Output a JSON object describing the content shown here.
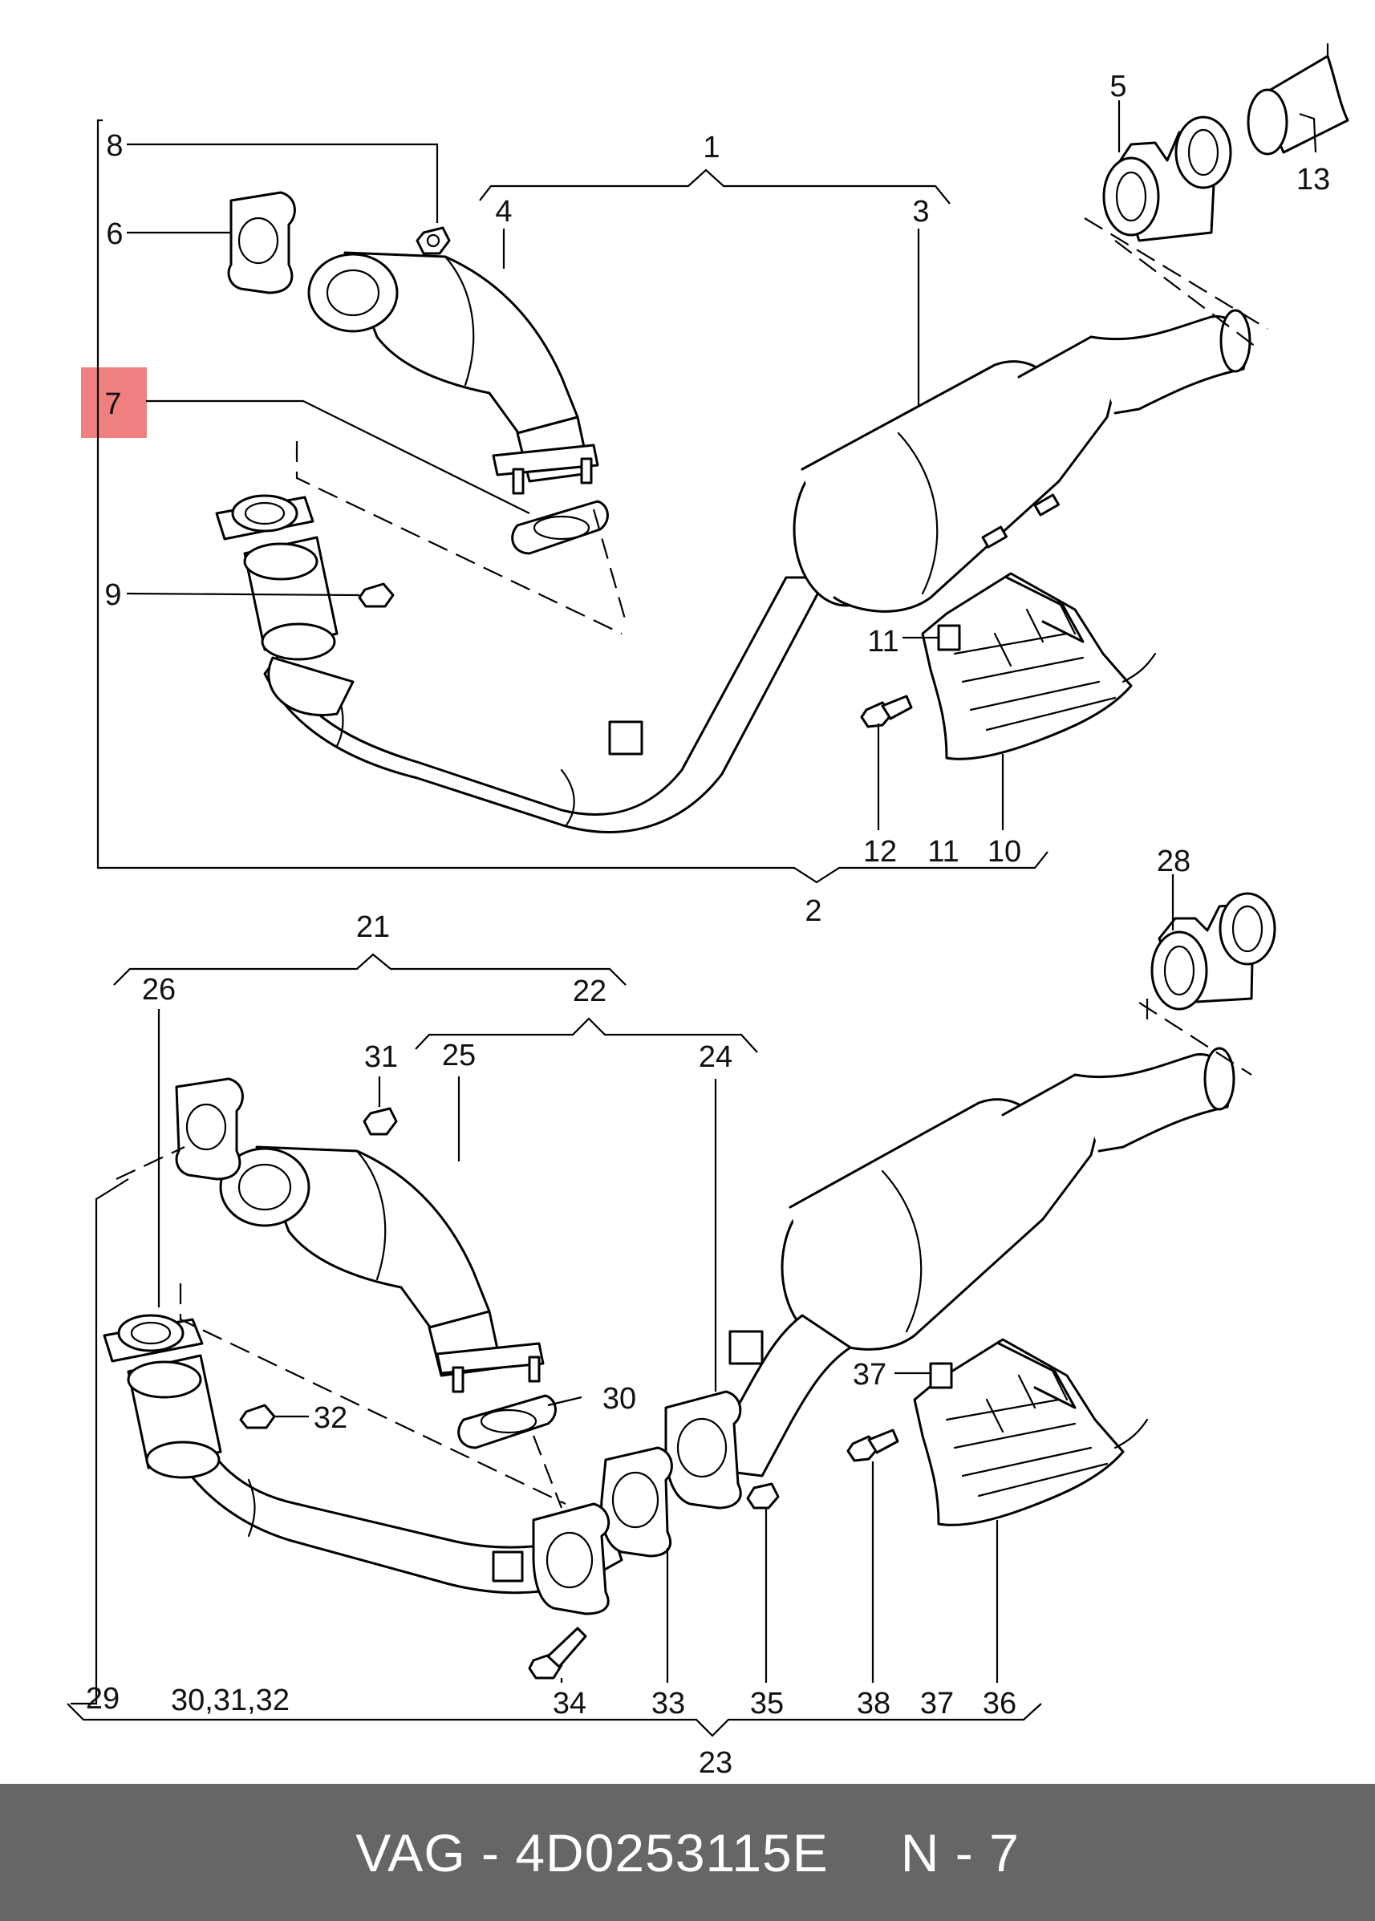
{
  "highlight_color": "#f08080",
  "footer": {
    "brand": "VAG",
    "separator": "-",
    "part_number": "4D0253115E",
    "position": "N - 7"
  },
  "callouts": {
    "c1": "1",
    "c2": "2",
    "c3": "3",
    "c4": "4",
    "c5": "5",
    "c6": "6",
    "c7": "7",
    "c8": "8",
    "c9": "9",
    "c10": "10",
    "c11a": "11",
    "c11b": "11",
    "c12": "12",
    "c13": "13",
    "c21": "21",
    "c22": "22",
    "c23": "23",
    "c24": "24",
    "c25": "25",
    "c26": "26",
    "c28": "28",
    "c29": "29",
    "c30": "30",
    "c30_31_32": "30,31,32",
    "c31": "31",
    "c32": "32",
    "c33": "33",
    "c34": "34",
    "c35": "35",
    "c36": "36",
    "c37a": "37",
    "c37b": "37",
    "c38": "38"
  }
}
